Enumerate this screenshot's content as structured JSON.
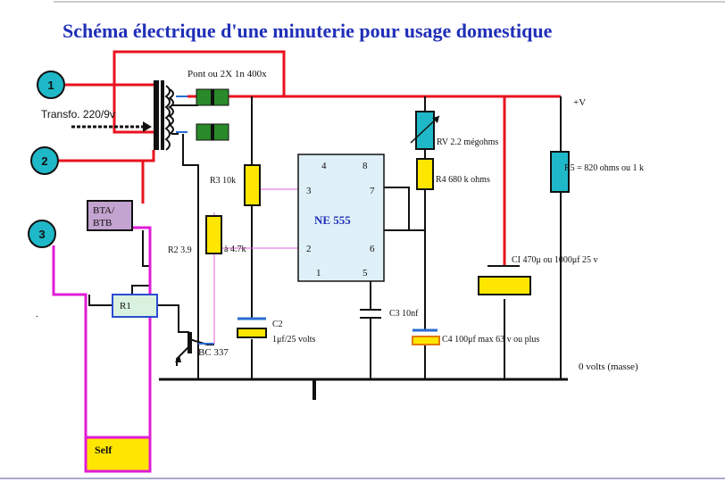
{
  "title": "Schéma  électrique d'une minuterie  pour usage domestique",
  "colors": {
    "title": "#1f2fb8",
    "power_wire": "#e8121e",
    "coil_wire": "#e01cd6",
    "signal_wire": "#e05fd8",
    "ground_wire": "#111111",
    "chip_fill": "#dff0f8",
    "resistor_yellow": "#ffe600",
    "resistor_cyan": "#1fb8c8",
    "diode_green": "#2a8a2a",
    "node_fill": "#1fb8c8",
    "triac_fill": "#c3a3cf"
  },
  "nodes": [
    "1",
    "2",
    "3"
  ],
  "labels": {
    "bridge": "Pont ou 2X 1n 400x",
    "vplus": "+V",
    "transfo": "Transfo. 220/9v",
    "rv": "RV 2.2 mégohms",
    "r5": "R5 = 820 ohms ou 1 k",
    "r3": "R3 10k",
    "r4": "R4 680 k ohms",
    "triac_line1": "BTA/",
    "triac_line2": "BTB",
    "r2_prefix": "R2  3.9",
    "r2_suffix": "à 4.7k",
    "ic": "NE 555",
    "c1": "CI  470μ  ou 1000μf 25 v",
    "r1": "R1",
    "c2_name": "C2",
    "c2_value": "1μf/25 volts",
    "c3": "C3  10nf",
    "c4": "C4 100μf max 63 v ou plus",
    "transistor": "BC 337",
    "ground": "0 volts (masse)",
    "self": "Self",
    "dot": "."
  },
  "ic_pins": [
    "4",
    "8",
    "3",
    "7",
    "2",
    "6",
    "1",
    "5"
  ]
}
